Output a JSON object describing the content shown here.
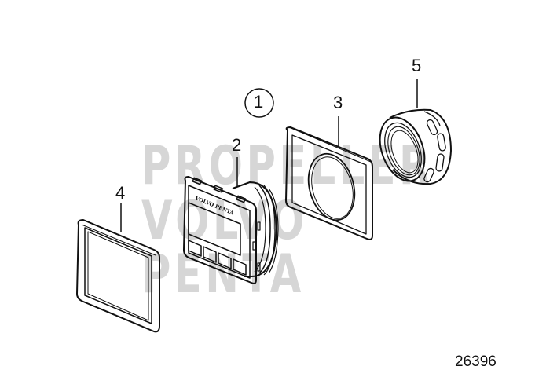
{
  "diagram": {
    "type": "exploded-parts-view",
    "figure_number": "26396",
    "assembly_callout": "1",
    "watermark": {
      "line1": "PROPELLER",
      "line2": "VOLVO PENTA"
    },
    "device_brand_text": "VOLVO PENTA",
    "parts": [
      {
        "callout": "1",
        "description": "display assembly (circled)"
      },
      {
        "callout": "2",
        "description": "display unit"
      },
      {
        "callout": "3",
        "description": "gasket"
      },
      {
        "callout": "4",
        "description": "bezel frame"
      },
      {
        "callout": "5",
        "description": "nut"
      }
    ],
    "colors": {
      "line": "#111111",
      "watermark": "#cfcfcf",
      "background": "#ffffff"
    }
  }
}
